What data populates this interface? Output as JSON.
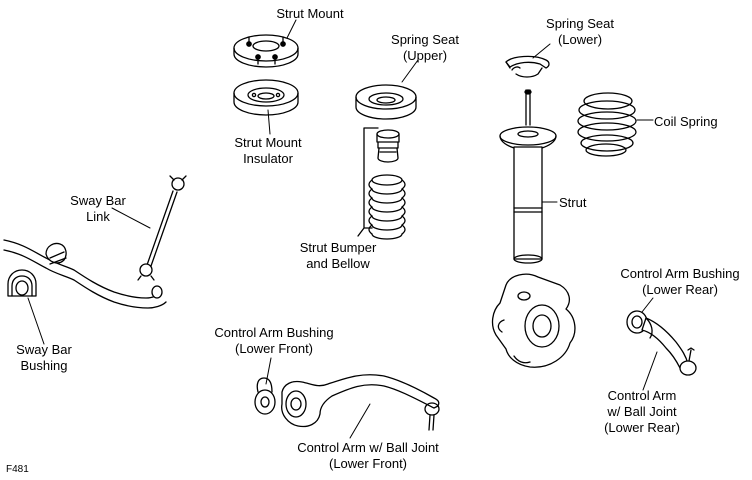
{
  "figure_code": "F481",
  "labels": {
    "strut_mount": [
      "Strut Mount"
    ],
    "strut_mount_insulator": [
      "Strut Mount",
      "Insulator"
    ],
    "spring_seat_upper": [
      "Spring Seat",
      "(Upper)"
    ],
    "spring_seat_lower": [
      "Spring Seat",
      "(Lower)"
    ],
    "coil_spring": [
      "Coil Spring"
    ],
    "strut": [
      "Strut"
    ],
    "strut_bumper_bellow": [
      "Strut Bumper",
      "and Bellow"
    ],
    "sway_bar_link": [
      "Sway Bar",
      "Link"
    ],
    "sway_bar_bushing": [
      "Sway Bar",
      "Bushing"
    ],
    "control_arm_bushing_lower_front": [
      "Control Arm Bushing",
      "(Lower Front)"
    ],
    "control_arm_ball_joint_lower_front": [
      "Control Arm w/ Ball Joint",
      "(Lower Front)"
    ],
    "control_arm_bushing_lower_rear": [
      "Control Arm Bushing",
      "(Lower Rear)"
    ],
    "control_arm_ball_joint_lower_rear": [
      "Control Arm",
      "w/ Ball Joint",
      "(Lower Rear)"
    ]
  }
}
